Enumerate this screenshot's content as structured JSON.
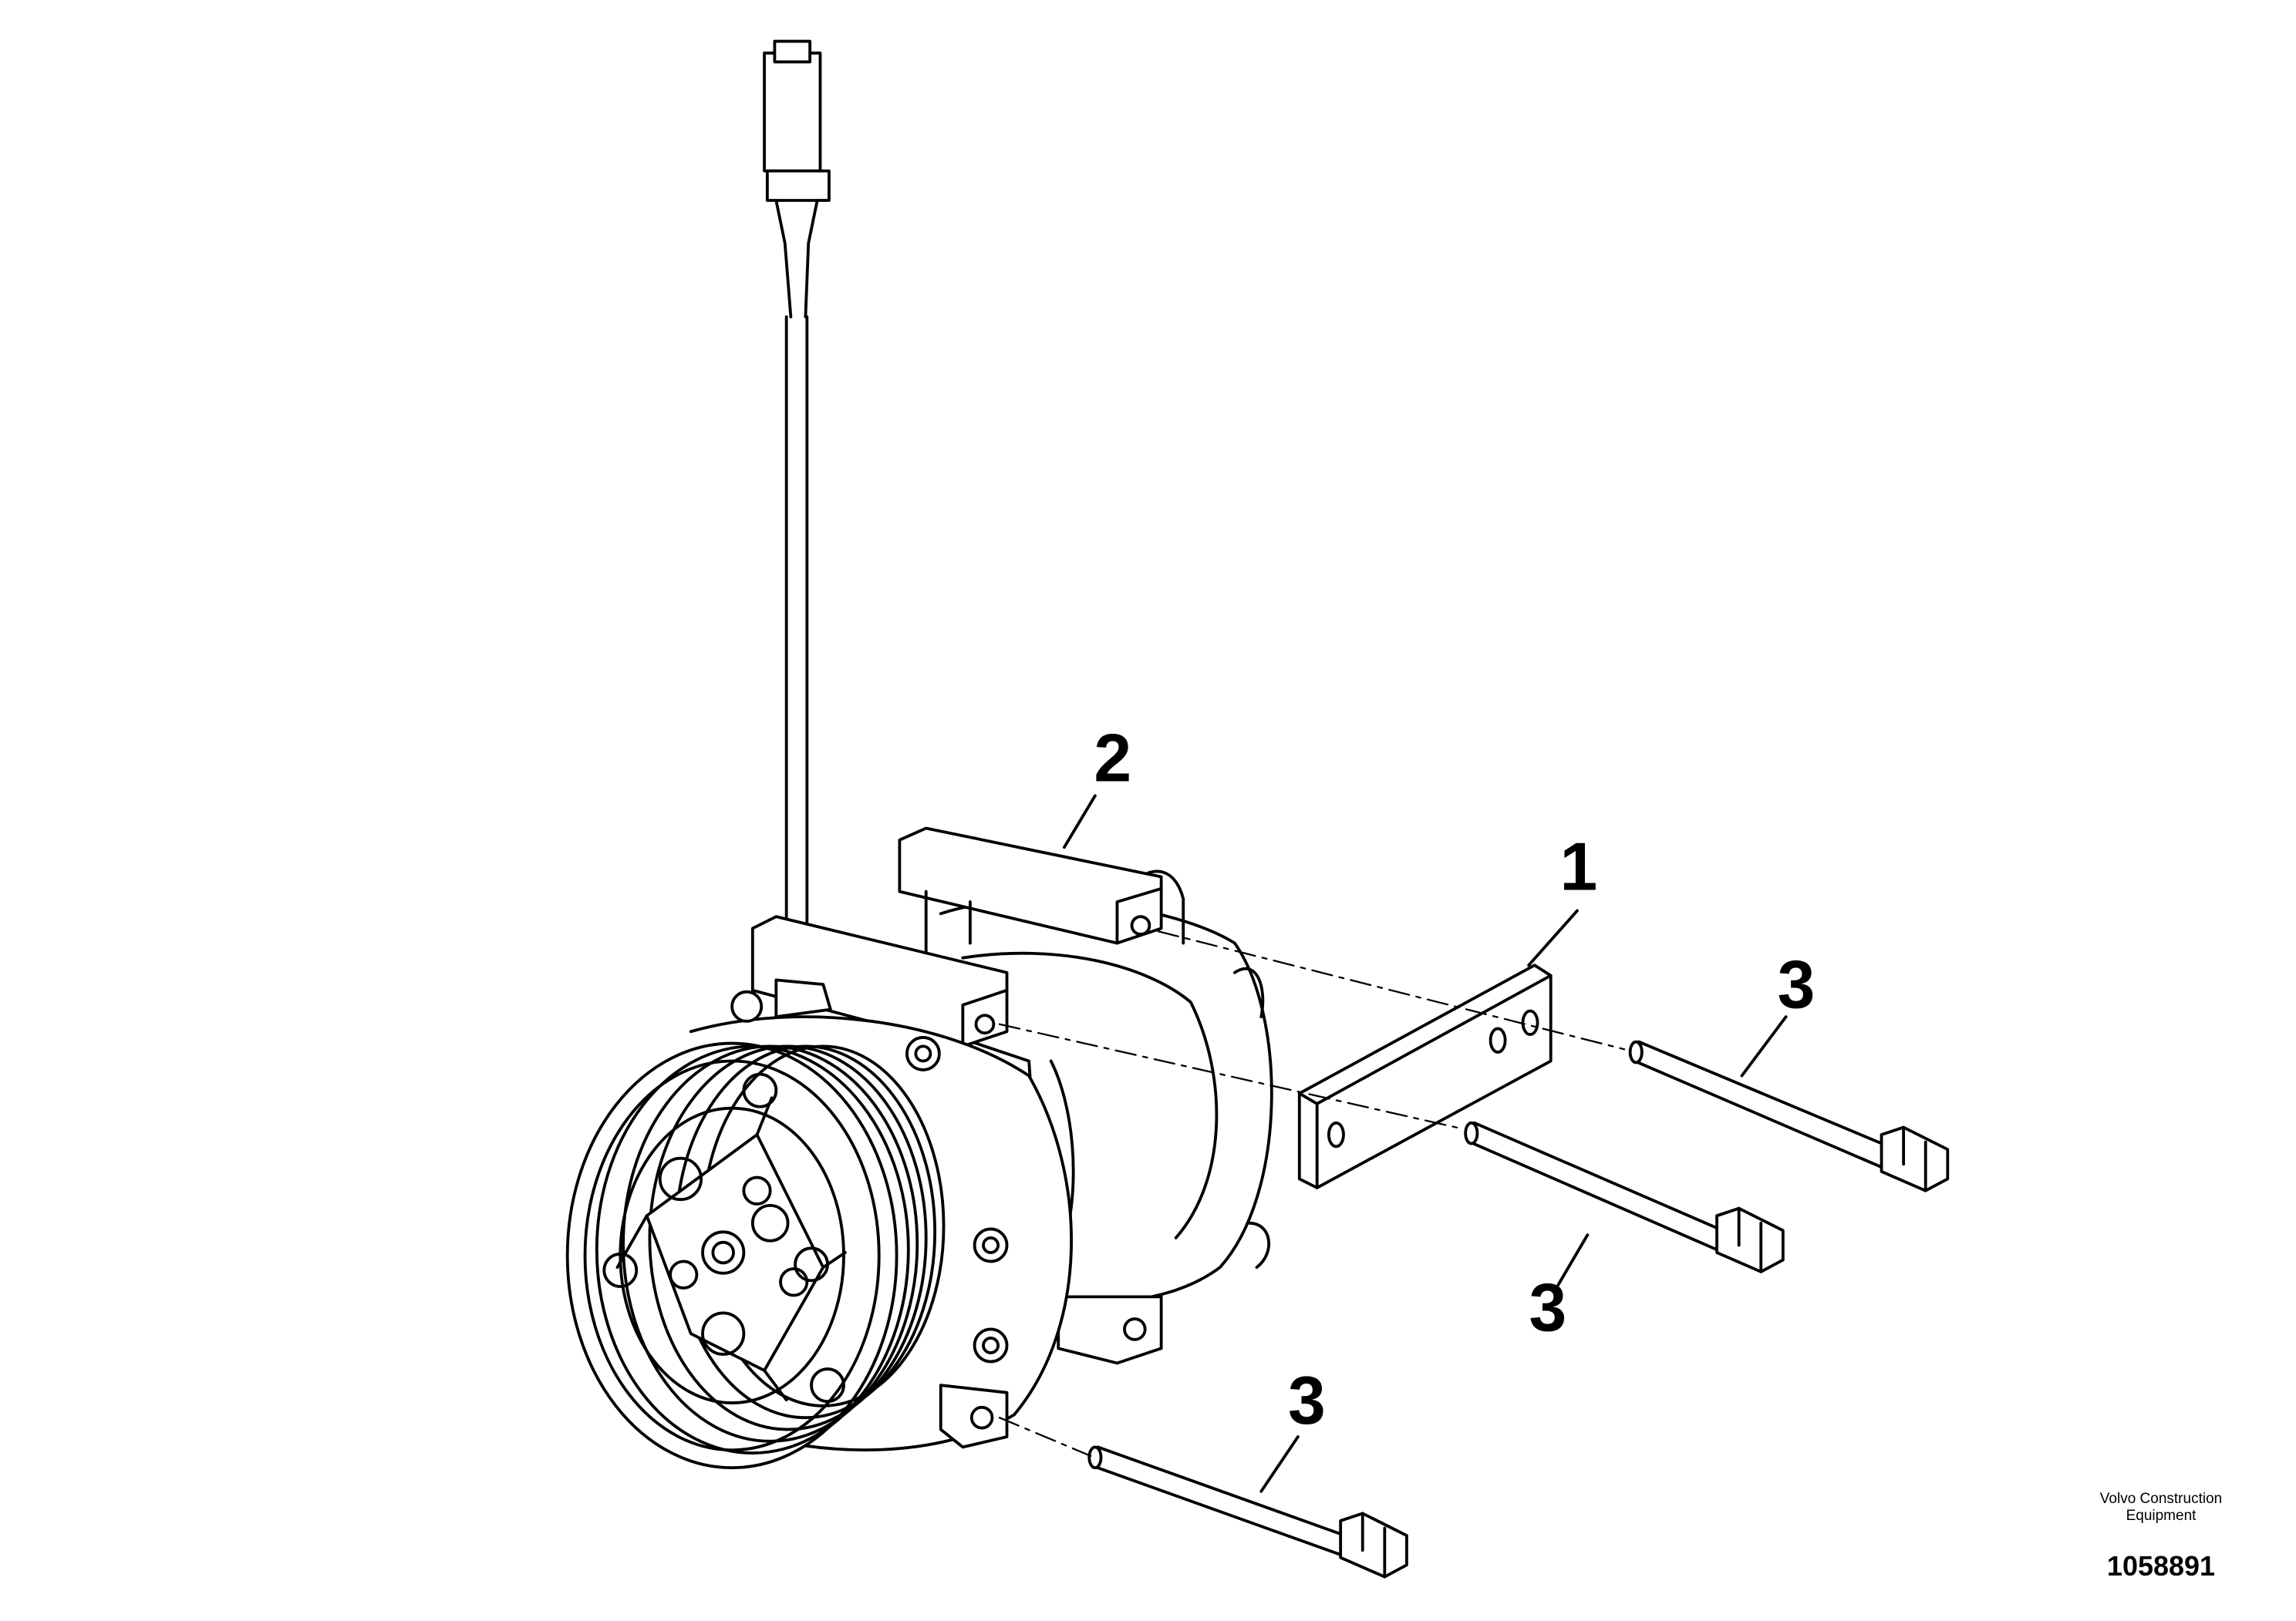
{
  "callouts": [
    {
      "id": "bracket",
      "label": "1"
    },
    {
      "id": "compressor-mount",
      "label": "2"
    },
    {
      "id": "bolt-upper",
      "label": "3"
    },
    {
      "id": "bolt-middle",
      "label": "3"
    },
    {
      "id": "bolt-lower",
      "label": "3"
    }
  ],
  "caption": {
    "company": "Volvo Construction Equipment",
    "drawing_number": "1058891"
  }
}
